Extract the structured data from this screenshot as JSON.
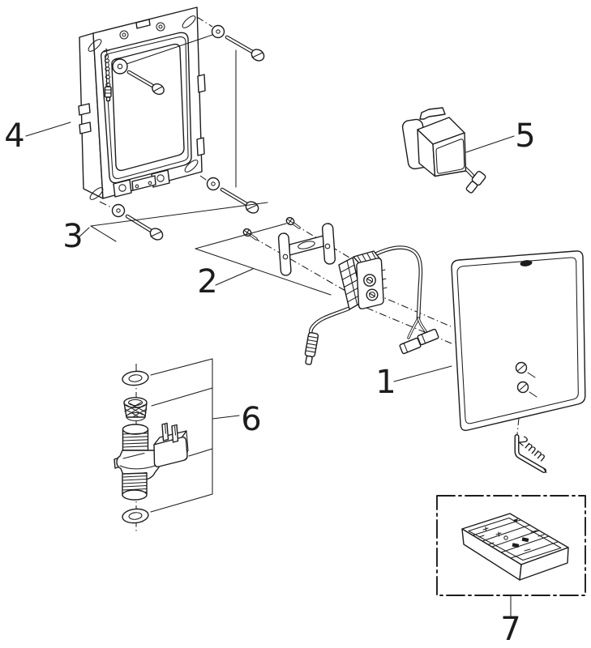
{
  "colors": {
    "background": "#ffffff",
    "line": "#1c1c1c"
  },
  "parts": {
    "1": {
      "label": "1",
      "name": "cover-plate"
    },
    "2": {
      "label": "2",
      "name": "fixing-screws-and-traverse"
    },
    "3": {
      "label": "3",
      "name": "mounting-screws-with-washers"
    },
    "4": {
      "label": "4",
      "name": "mounting-frame"
    },
    "5": {
      "label": "5",
      "name": "transformer"
    },
    "6": {
      "label": "6",
      "name": "solenoid-valve"
    },
    "7": {
      "label": "7",
      "name": "remote-control"
    }
  },
  "annotations": {
    "allen_key_size": "2mm"
  }
}
